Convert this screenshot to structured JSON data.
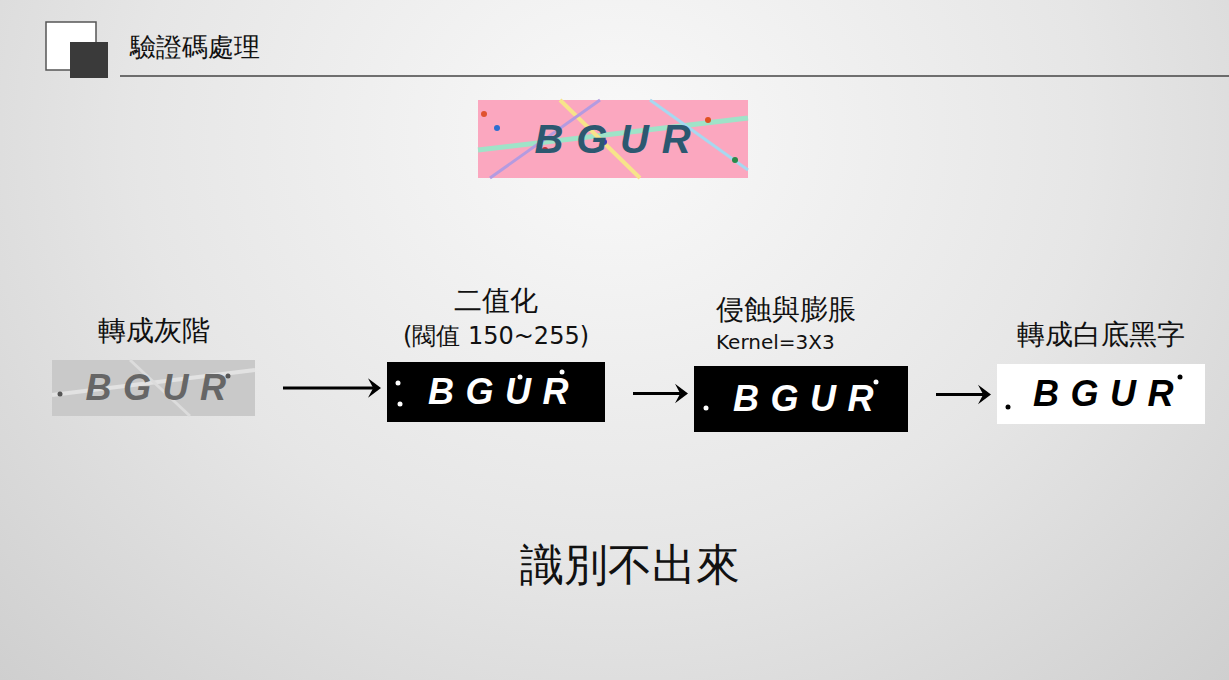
{
  "diagram": {
    "title": "驗證碼處理",
    "caption": "識別不出來",
    "nodes": [
      {
        "text": [
          "轉成灰階",
          "BGUR"
        ]
      },
      {
        "text": [
          "二值化",
          "(閥值 150~255)",
          "BGUR"
        ]
      },
      {
        "text": [
          "侵蝕與膨脹",
          "Kernel=3X3",
          "BGUR"
        ]
      },
      {
        "text": [
          "轉成白底黑字",
          "BGUR"
        ]
      }
    ],
    "edges": [
      {
        "from": 0,
        "to": 1,
        "arrow": "to"
      },
      {
        "from": 1,
        "to": 2,
        "arrow": "to"
      },
      {
        "from": 2,
        "to": 3,
        "arrow": "to"
      }
    ],
    "labels": [
      "BGUR"
    ]
  }
}
